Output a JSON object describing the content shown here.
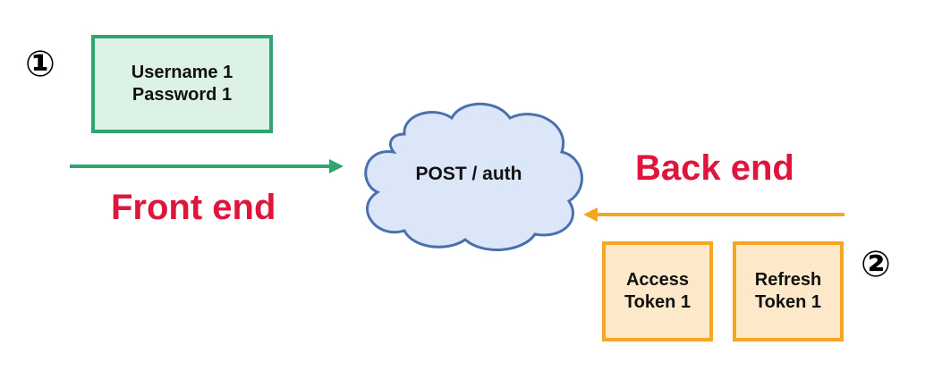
{
  "steps": {
    "step1": "①",
    "step2": "②"
  },
  "credentials": {
    "line1": "Username 1",
    "line2": "Password 1"
  },
  "endpoint": {
    "label": "POST / auth"
  },
  "labels": {
    "front_end": "Front end",
    "back_end": "Back end"
  },
  "tokens": {
    "access_line1": "Access",
    "access_line2": "Token 1",
    "refresh_line1": "Refresh",
    "refresh_line2": "Token 1"
  },
  "colors": {
    "green_border": "#2ea66e",
    "green_fill": "#dcf2e6",
    "orange_border": "#f5a623",
    "orange_fill": "#fde8c9",
    "cloud_stroke": "#4a70ad",
    "cloud_fill": "#dbe7f8",
    "label_red": "#e0153c"
  }
}
